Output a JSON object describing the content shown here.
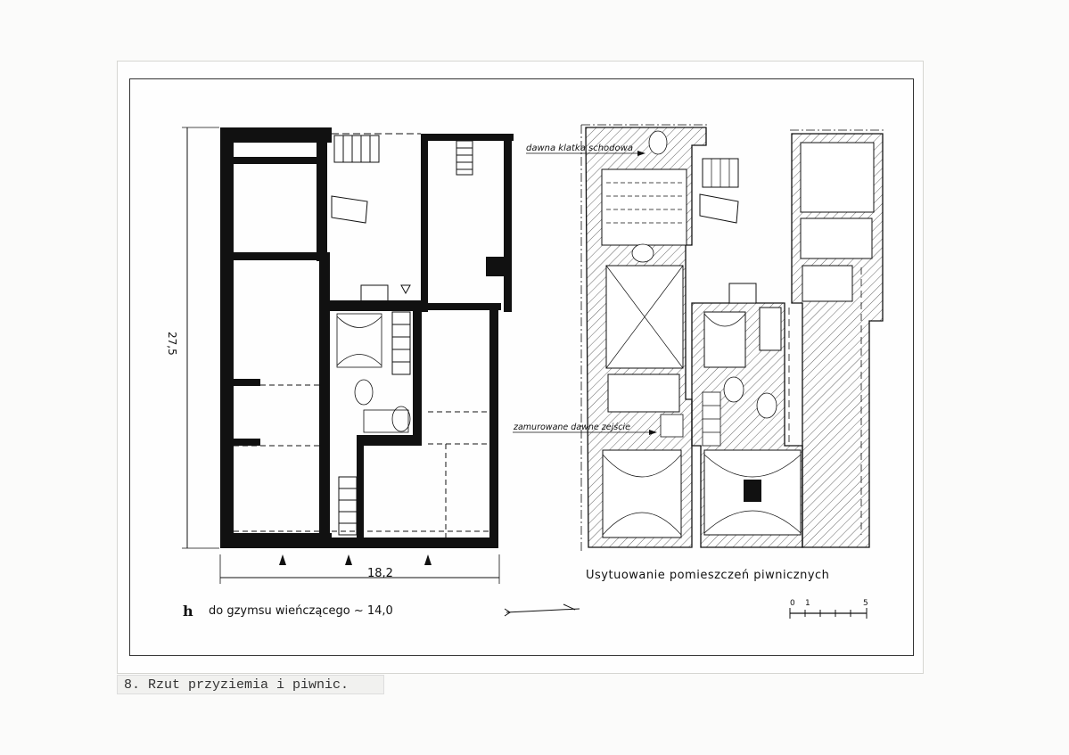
{
  "caption": "8. Rzut przyziemia i piwnic.",
  "ground_plan": {
    "width_dimension": "18,2",
    "depth_dimension": "27,5"
  },
  "height_note": {
    "symbol": "h",
    "text": "do gzymsu wieńczącego ~ 14,0"
  },
  "basement_plan": {
    "title": "Usytuowanie pomieszczeń piwnicznych",
    "label_old_staircase": "dawna klatka schodowa",
    "label_bricked_entrance": "zamurowane dawne zejście"
  },
  "scale_bar": {
    "tick_0": "0",
    "tick_1": "1",
    "tick_5": "5"
  }
}
